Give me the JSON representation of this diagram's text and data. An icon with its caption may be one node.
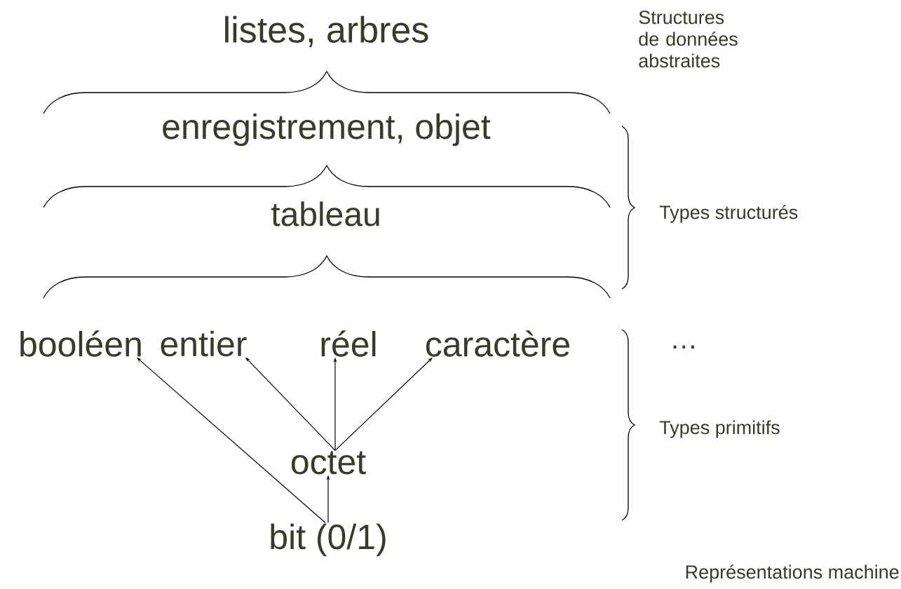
{
  "diagram": {
    "nodes": [
      {
        "text": [
          "listes, arbres"
        ]
      },
      {
        "text": [
          "enregistrement, objet"
        ]
      },
      {
        "text": [
          "tableau"
        ]
      },
      {
        "text": [
          "booléen"
        ]
      },
      {
        "text": [
          "entier"
        ]
      },
      {
        "text": [
          "réel"
        ]
      },
      {
        "text": [
          "caractère"
        ]
      },
      {
        "text": [
          "octet"
        ]
      },
      {
        "text": [
          "bit (0/1)"
        ]
      }
    ],
    "edges": [
      {
        "from": 8,
        "to": 7,
        "arrow": "to"
      },
      {
        "from": 8,
        "to": 3,
        "arrow": "to"
      },
      {
        "from": 7,
        "to": 4,
        "arrow": "to"
      },
      {
        "from": 7,
        "to": 5,
        "arrow": "to"
      },
      {
        "from": 7,
        "to": 6,
        "arrow": "to"
      }
    ],
    "labels": [
      "Structures de données abstraites",
      "Types structurés",
      "…",
      "Types primitifs",
      "Représentations machine"
    ]
  }
}
